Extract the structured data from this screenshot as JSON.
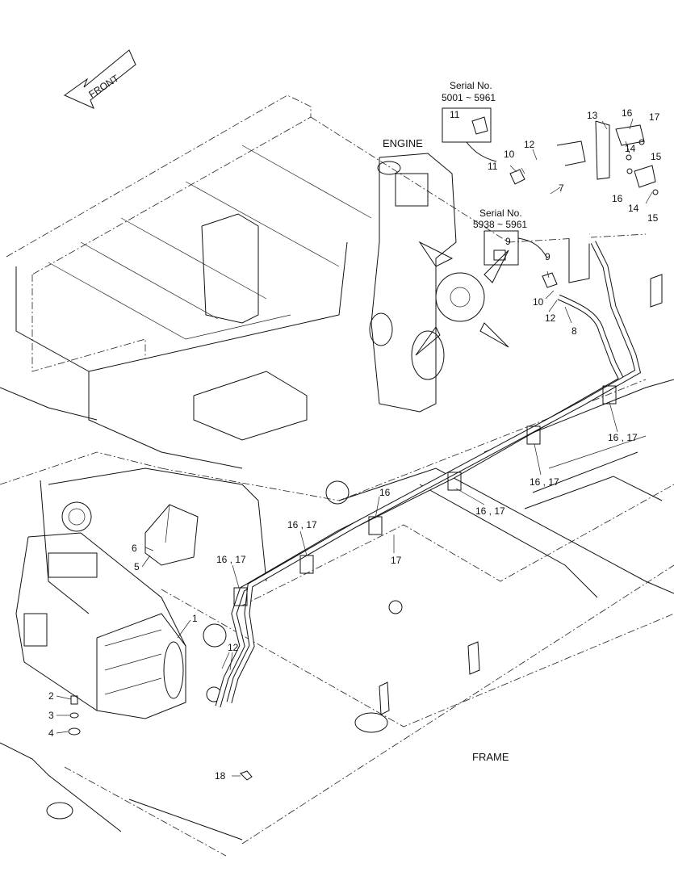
{
  "direction_arrow": {
    "label": "FRONT"
  },
  "section_labels": {
    "engine": "ENGINE",
    "frame": "FRAME"
  },
  "serial_boxes": [
    {
      "title": "Serial No.",
      "range": "5001 ~ 5961",
      "part": "11"
    },
    {
      "title": "Serial No.",
      "range": "5938 ~ 5961",
      "part": "9"
    }
  ],
  "callouts": {
    "c1": "1",
    "c2": "2",
    "c3": "3",
    "c4": "4",
    "c5": "5",
    "c6": "6",
    "c7": "7",
    "c8": "8",
    "c9": "9",
    "c10a": "10",
    "c10b": "10",
    "c11": "11",
    "c12a": "12",
    "c12b": "12",
    "c12c": "12",
    "c13": "13",
    "c14a": "14",
    "c14b": "14",
    "c15a": "15",
    "c15b": "15",
    "c16a": "16",
    "c16b": "16",
    "c16c": "16",
    "c17a": "17",
    "c17b": "17",
    "c1617a": "16 , 17",
    "c1617b": "16 , 17",
    "c1617c": "16 , 17",
    "c1617d": "16 , 17",
    "c1617e": "16 , 17",
    "c18": "18"
  }
}
